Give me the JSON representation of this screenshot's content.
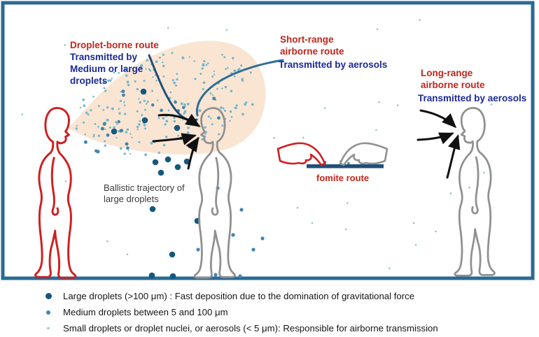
{
  "figure": {
    "labels": {
      "droplet_borne": {
        "title": "Droplet-borne route",
        "sub": [
          "Transmitted by",
          "Medium or large",
          "droplets"
        ]
      },
      "short_range": {
        "title": [
          "Short-range",
          "airborne route"
        ],
        "sub": "Transmitted by aerosols"
      },
      "long_range": {
        "title": [
          "Long-range",
          "airborne route"
        ],
        "sub": "Transmitted by aerosols"
      },
      "ballistic": [
        "Ballistic trajectory of",
        "large droplets"
      ],
      "fomite": "fomite route"
    },
    "colors": {
      "red_text": "#c2251c",
      "navy_text": "#1b2a96",
      "border_blue": "#2b6a94",
      "plume": "#fae5d3",
      "dot_small": "#72b8cb",
      "dot_small_sparse": "#8fc5d3",
      "dot_medium": "#4386ad",
      "dot_large": "#15587f",
      "leader_navy": "#1f4e79",
      "leader_steel": "#2d6f99",
      "person_red": "#cf1f1f",
      "person_gray": "#909090",
      "surface_navy": "#1f4e79",
      "arrow_black": "#101010"
    },
    "dots": {
      "large": [
        [
          205,
          131
        ],
        [
          163,
          188
        ],
        [
          207,
          172
        ],
        [
          253,
          183
        ],
        [
          222,
          232
        ],
        [
          240,
          228
        ],
        [
          254,
          239
        ],
        [
          267,
          231
        ],
        [
          230,
          247
        ],
        [
          218,
          299
        ],
        [
          282,
          316
        ],
        [
          246,
          364
        ],
        [
          217,
          394
        ],
        [
          247,
          395
        ]
      ],
      "medium": [
        [
          311,
          269
        ],
        [
          345,
          300
        ],
        [
          333,
          336
        ],
        [
          362,
          357
        ],
        [
          283,
          357
        ],
        [
          343,
          395
        ],
        [
          308,
          393
        ],
        [
          375,
          341
        ]
      ]
    },
    "fomite_droplets": [
      [
        464,
        234,
        2.4
      ],
      [
        488,
        233,
        2.8
      ],
      [
        498,
        235,
        1.8
      ]
    ]
  },
  "legend": {
    "items": [
      {
        "text": "Large droplets (>100 μm) : Fast deposition due to the domination of gravitational force",
        "dot": {
          "size": 9,
          "color": "#15587f"
        }
      },
      {
        "text": "Medium droplets between 5 and 100 μm",
        "dot": {
          "size": 6,
          "color": "#4386ad"
        }
      },
      {
        "text": "Small droplets or droplet nuclei, or aerosols (< 5 μm): Responsible for airborne transmission",
        "dot": {
          "size": 3.5,
          "color": "#9fc3cf"
        }
      }
    ]
  }
}
